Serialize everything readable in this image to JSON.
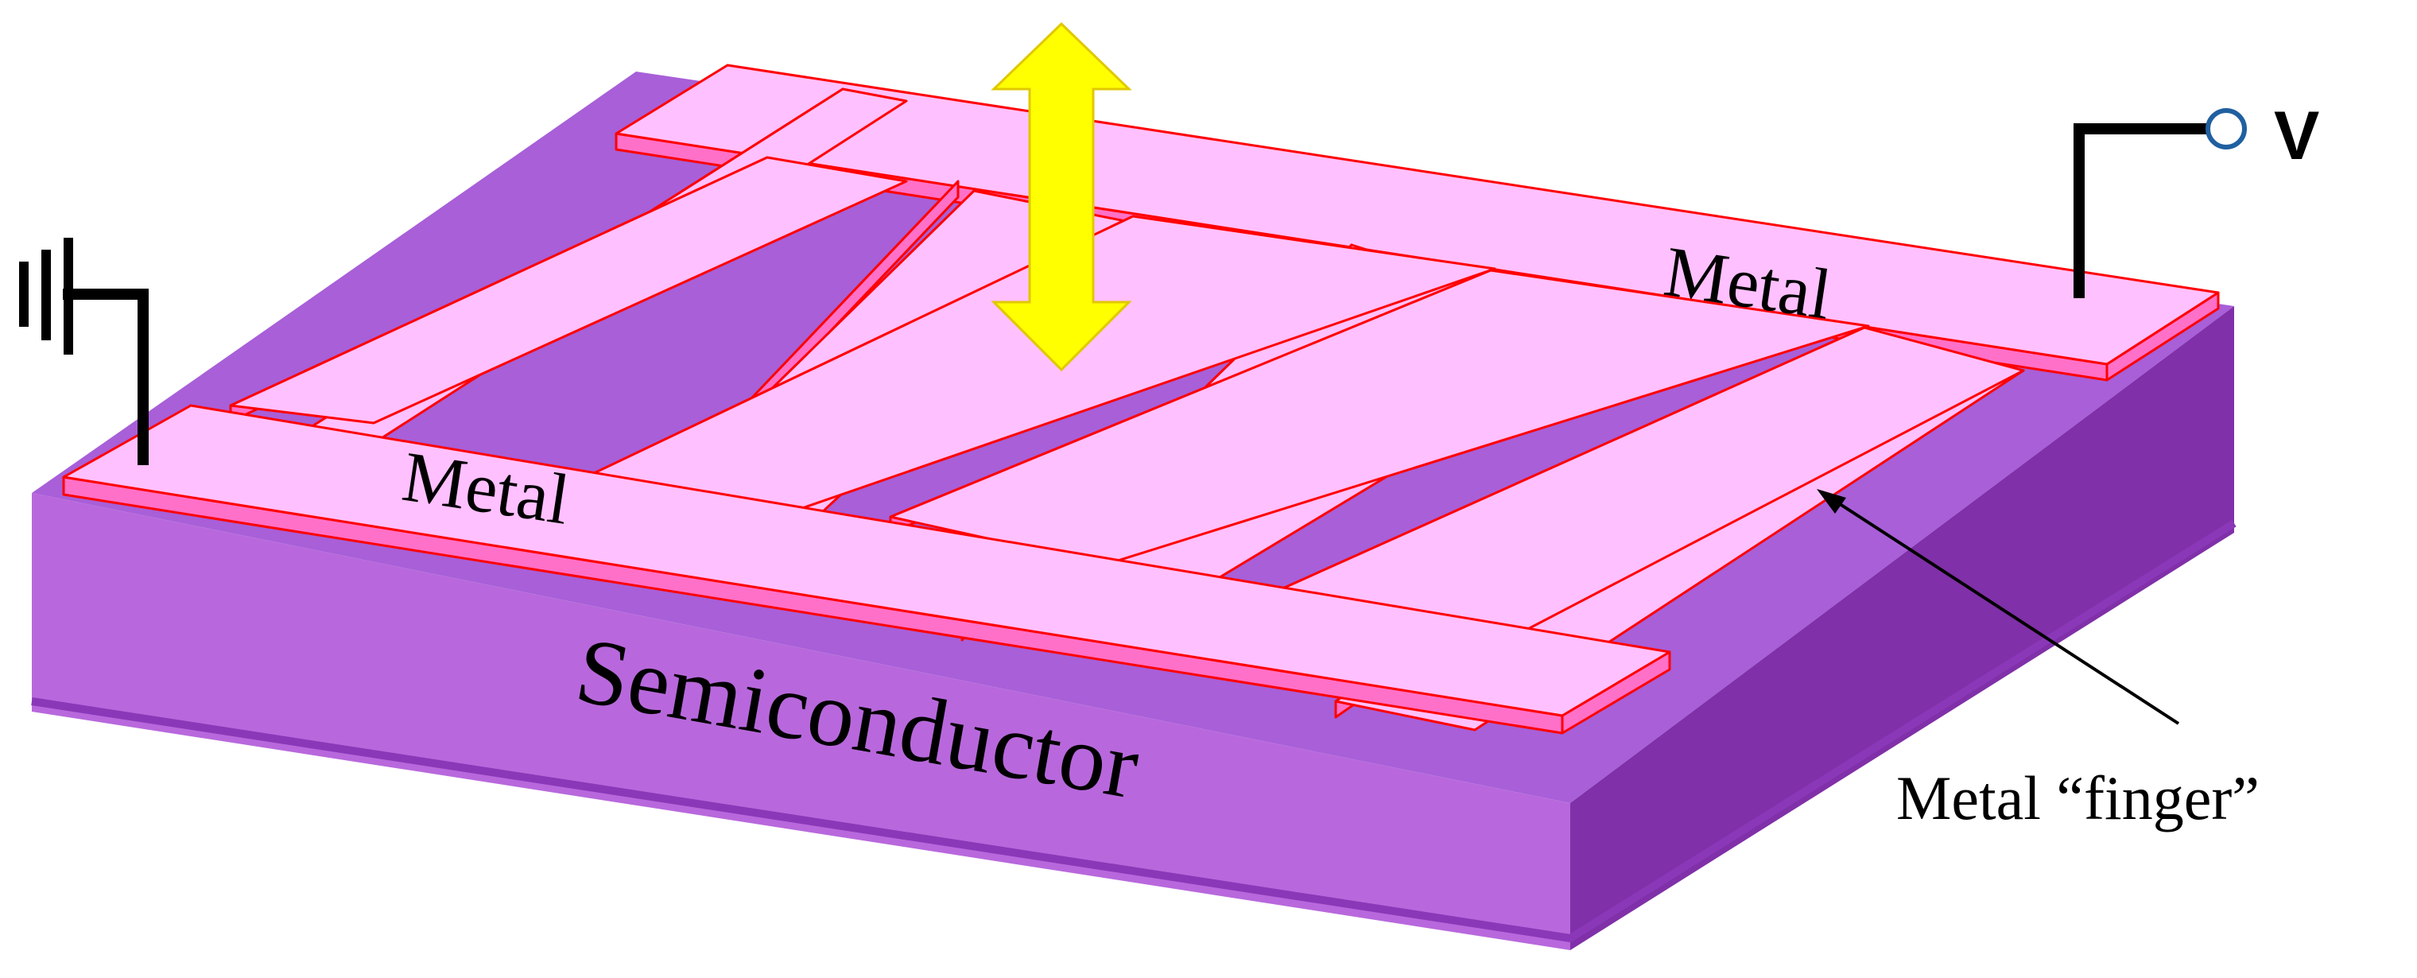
{
  "labels": {
    "top_electrode": "Metal",
    "bottom_electrode": "Metal",
    "substrate": "Semiconductor",
    "finger_callout": "Metal “finger”",
    "voltage": "V"
  },
  "icons": {
    "light_arrow": "double-headed-arrow-icon",
    "ground": "ground-icon",
    "terminal": "terminal-circle-icon",
    "callout_arrow": "arrow-icon"
  },
  "colors": {
    "substrate_top": "#a85fd8",
    "substrate_front": "#b868dc",
    "substrate_side": "#8030a8",
    "metal_fill": "#ffc0ff",
    "metal_edge_fill": "#ff70c8",
    "metal_outline": "#ff0000",
    "light_arrow": "#ffff00",
    "wire": "#000000",
    "terminal_outline": "#2060a0"
  }
}
